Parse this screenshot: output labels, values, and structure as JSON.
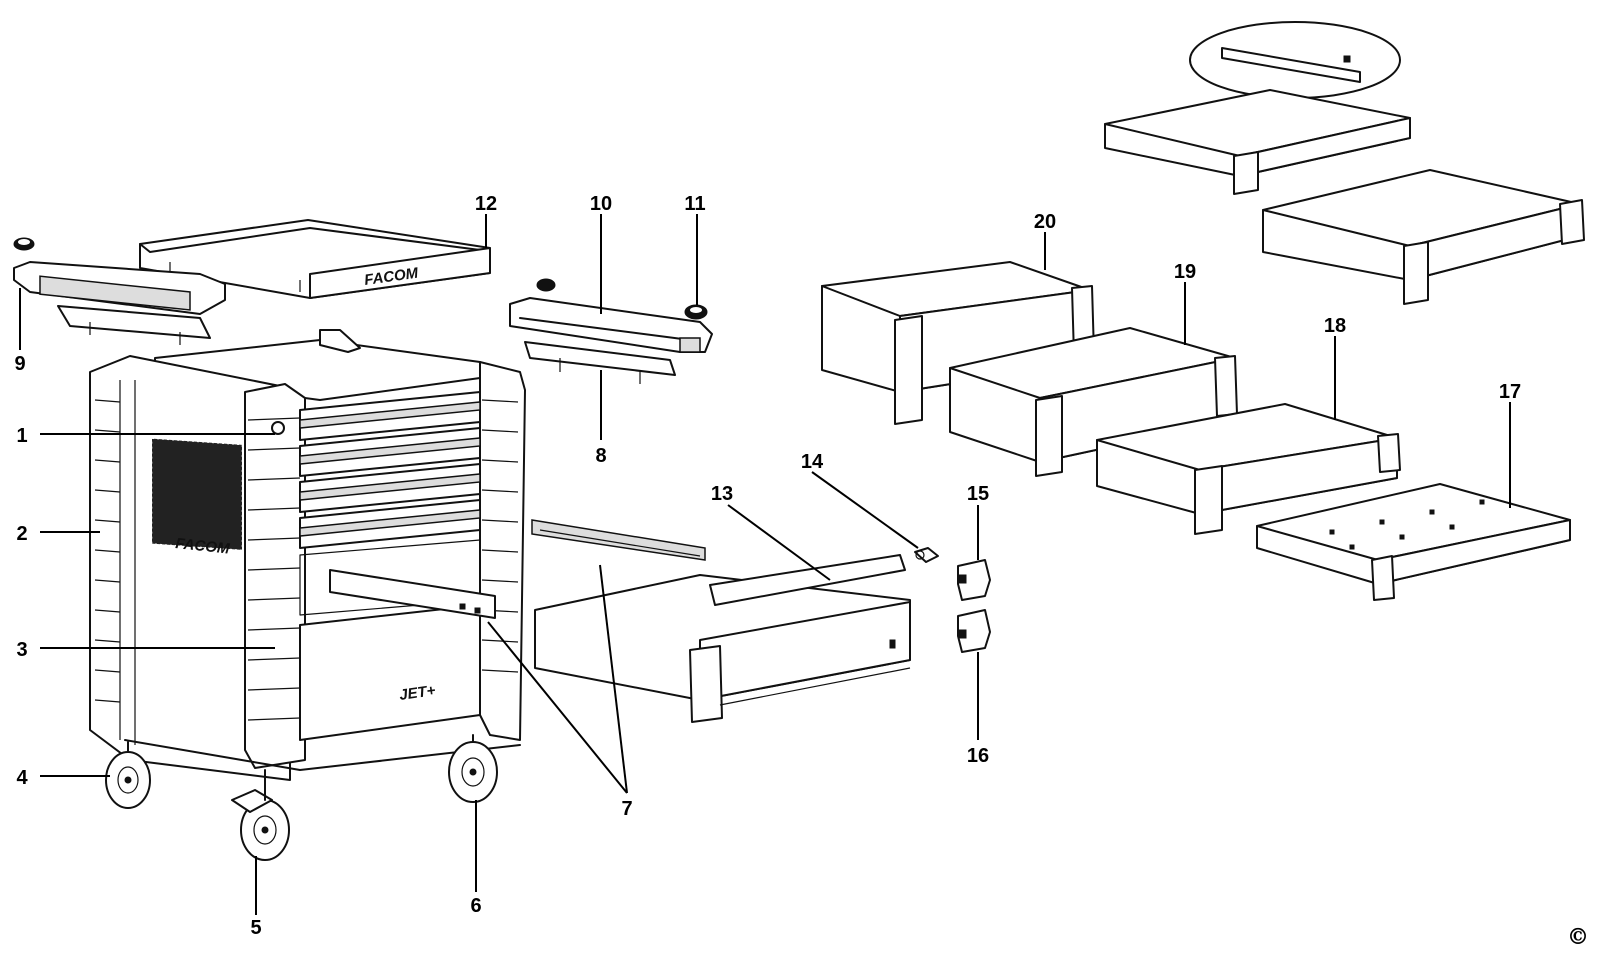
{
  "callouts": [
    {
      "id": "1",
      "label": "1"
    },
    {
      "id": "2",
      "label": "2"
    },
    {
      "id": "3",
      "label": "3"
    },
    {
      "id": "4",
      "label": "4"
    },
    {
      "id": "5",
      "label": "5"
    },
    {
      "id": "6",
      "label": "6"
    },
    {
      "id": "7",
      "label": "7"
    },
    {
      "id": "8",
      "label": "8"
    },
    {
      "id": "9",
      "label": "9"
    },
    {
      "id": "10",
      "label": "10"
    },
    {
      "id": "11",
      "label": "11"
    },
    {
      "id": "12",
      "label": "12"
    },
    {
      "id": "13",
      "label": "13"
    },
    {
      "id": "14",
      "label": "14"
    },
    {
      "id": "15",
      "label": "15"
    },
    {
      "id": "16",
      "label": "16"
    },
    {
      "id": "17",
      "label": "17"
    },
    {
      "id": "18",
      "label": "18"
    },
    {
      "id": "19",
      "label": "19"
    },
    {
      "id": "20",
      "label": "20"
    }
  ],
  "branding": {
    "lid_logo": "FACOM",
    "side_logo": "FACOM",
    "model_logo": "JET+"
  },
  "copyright_mark": "©"
}
